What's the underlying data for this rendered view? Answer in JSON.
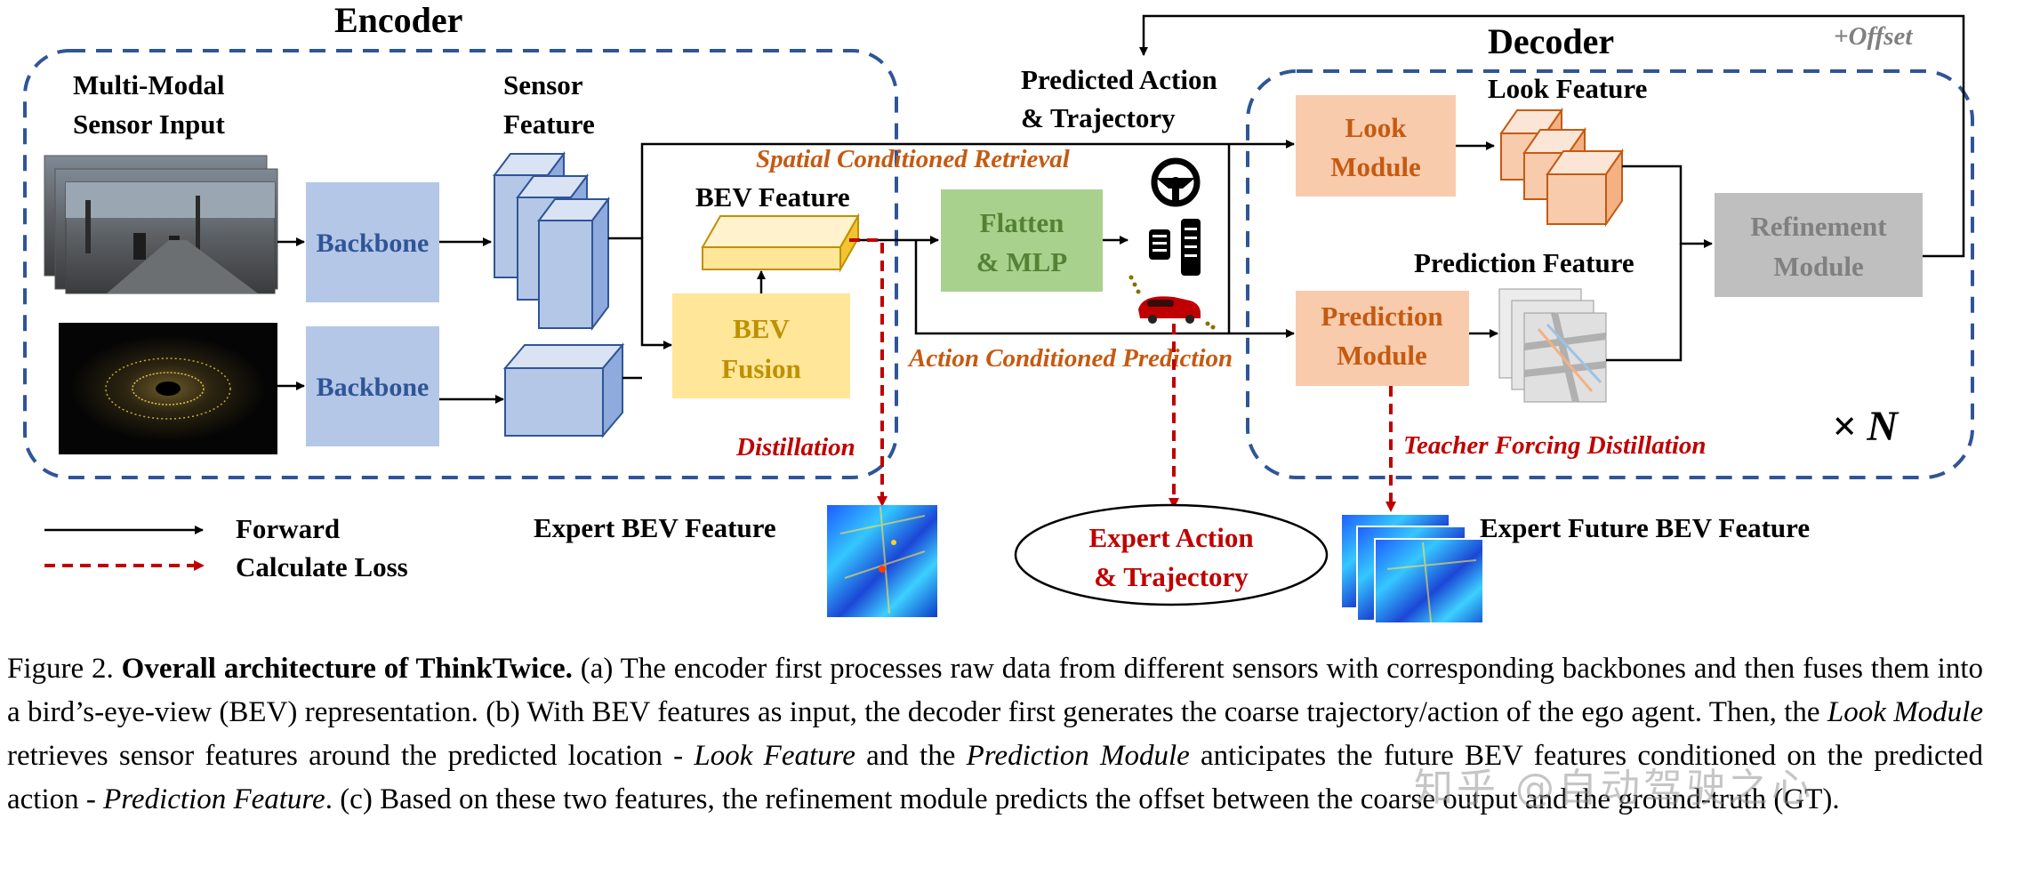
{
  "diagram": {
    "encoder_title": "Encoder",
    "decoder_title": "Decoder",
    "multimodal_input_line1": "Multi-Modal",
    "multimodal_input_line2": "Sensor Input",
    "sensor_feature_line1": "Sensor",
    "sensor_feature_line2": "Feature",
    "backbone_top": "Backbone",
    "backbone_bottom": "Backbone",
    "bev_feature": "BEV Feature",
    "bev_fusion_line1": "BEV",
    "bev_fusion_line2": "Fusion",
    "flatten_line1": "Flatten",
    "flatten_line2": "& MLP",
    "predicted_action_line1": "Predicted Action",
    "predicted_action_line2": "& Trajectory",
    "spatial_retrieval": "Spatial Conditioned Retrieval",
    "action_prediction": "Action Conditioned Prediction",
    "distillation": "Distillation",
    "look_module_line1": "Look",
    "look_module_line2": "Module",
    "look_feature": "Look Feature",
    "prediction_module_line1": "Prediction",
    "prediction_module_line2": "Module",
    "prediction_feature": "Prediction Feature",
    "refinement_line1": "Refinement",
    "refinement_line2": "Module",
    "offset": "+Offset",
    "times_n": "× N",
    "teacher_forcing": "Teacher Forcing Distillation",
    "expert_bev": "Expert BEV Feature",
    "expert_action_line1": "Expert Action",
    "expert_action_line2": "& Trajectory",
    "expert_future_bev": "Expert Future BEV Feature",
    "legend_forward": "Forward",
    "legend_loss": "Calculate Loss"
  },
  "caption": {
    "fig_num": "Figure 2.",
    "title": "Overall architecture of ThinkTwice.",
    "t1": " (a) The encoder first processes raw data from different sensors with corresponding backbones and then fuses them into a bird’s-eye-view (BEV) representation. (b) With BEV features as input, the decoder first generates the coarse trajectory/action of the ego agent. Then, the ",
    "look_module": "Look Module",
    "t2": " retrieves sensor features around the predicted location - ",
    "look_feature": "Look Feature",
    "t3": " and the ",
    "prediction_module": "Prediction Module",
    "t4": " anticipates the future BEV features conditioned on the predicted action - ",
    "prediction_feature": "Prediction Feature",
    "t5": ". (c) Based on these two features, the refinement module predicts the offset between the coarse output and the ground-truth (GT)."
  },
  "watermark": "知乎 @自动驾驶之心",
  "colors": {
    "backbone": "#b4c7e7",
    "bev": "#ffe699",
    "flatten": "#a9d18e",
    "module": "#f8cbad",
    "refinement": "#bfbfbf",
    "dashed_border": "#2f5597",
    "loss": "#c00000",
    "orange_text": "#c55a11"
  }
}
